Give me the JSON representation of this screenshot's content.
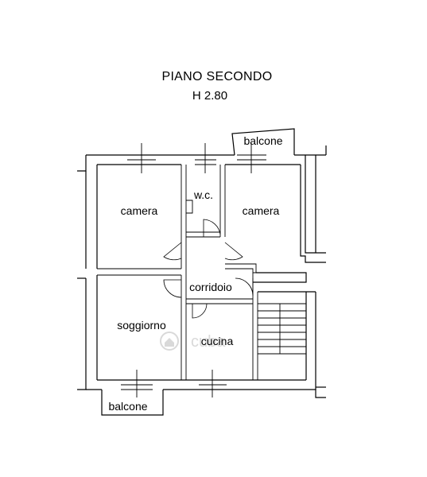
{
  "header": {
    "title": "PIANO SECONDO",
    "height_label": "H 2.80"
  },
  "rooms": {
    "camera_left": "camera",
    "wc": "w.c.",
    "camera_right": "camera",
    "corridoio": "corridoio",
    "soggiorno": "soggiorno",
    "cucina": "cucina",
    "balcone_top": "balcone",
    "balcone_bottom": "balcone"
  },
  "watermark": {
    "text": "cuba"
  }
}
